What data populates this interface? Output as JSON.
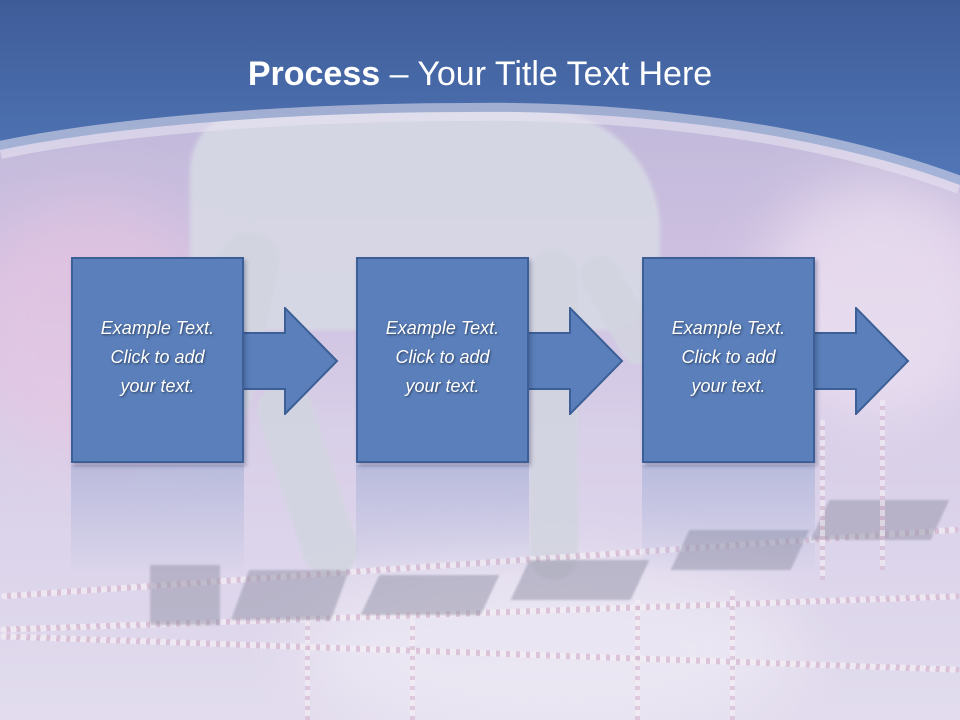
{
  "slide": {
    "title_bold": "Process",
    "title_rest": " – Your Title Text Here",
    "steps": [
      {
        "text": "Example Text.\nClick  to add\nyour text."
      },
      {
        "text": "Example Text.\nClick  to add\nyour text."
      },
      {
        "text": "Example Text.\nClick  to add\nyour text."
      }
    ]
  },
  "colors": {
    "header_blue": "#4a6fb0",
    "box_fill": "#5a7fbb",
    "box_border": "#3c5f96"
  }
}
